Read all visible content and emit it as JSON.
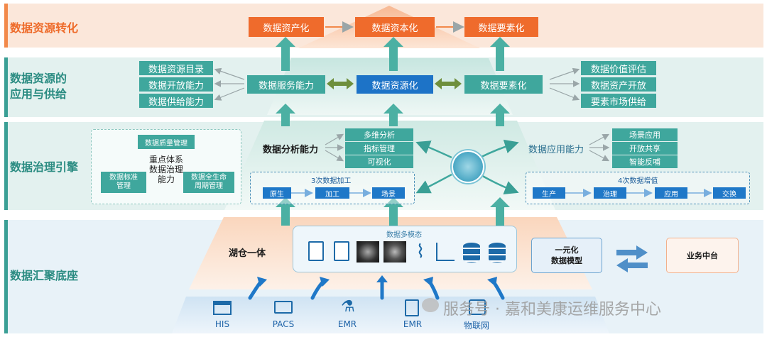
{
  "bands": {
    "band1": {
      "label": "数据资源转化"
    },
    "band2": {
      "label1": "数据资源的",
      "label2": "应用与供给"
    },
    "band3": {
      "label": "数据治理引擎"
    },
    "band4": {
      "label": "数据汇聚底座"
    }
  },
  "top": {
    "asset": "数据资产化",
    "capital": "数据资本化",
    "element": "数据要素化"
  },
  "supply": {
    "left_items": [
      "数据资源目录",
      "数据开放能力",
      "数据供给能力"
    ],
    "service": "数据服务能力",
    "resource": "数据资源化",
    "element": "数据要素化",
    "right_items": [
      "数据价值评估",
      "数据资产开放",
      "要素市场供给"
    ]
  },
  "governance": {
    "cycle_center1": "重点体系",
    "cycle_center2": "数据治理",
    "cycle_center3": "能力",
    "quality": "数据质量管理",
    "standard1": "数据标准",
    "standard2": "管理",
    "lifecycle1": "数据全生命",
    "lifecycle2": "周期管理",
    "analysis_title": "数据分析能力",
    "analysis_items": [
      "多维分析",
      "指标管理",
      "可视化"
    ],
    "app_title": "数据应用能力",
    "app_items": [
      "场景应用",
      "开放共享",
      "智能反哺"
    ],
    "process_title": "3次数据加工",
    "process_steps": [
      "原生",
      "加工",
      "场景"
    ],
    "value_title": "4次数据增值",
    "value_steps": [
      "生产",
      "治理",
      "应用",
      "交换"
    ]
  },
  "base": {
    "lake": "湖仓一体",
    "modal_title": "数据多模态",
    "model1": "一元化",
    "model2": "数据模型",
    "middle": "业务中台"
  },
  "sources": [
    "HIS",
    "PACS",
    "EMR",
    "EMR",
    "物联网"
  ],
  "watermark": "服务号 · 嘉和美康运维服务中心",
  "colors": {
    "orange": "#ef6b2c",
    "green": "#3fa79d",
    "blue": "#1d73c7",
    "sidebar_orange": "#f2894a",
    "sidebar_green": "#3a9f95"
  }
}
